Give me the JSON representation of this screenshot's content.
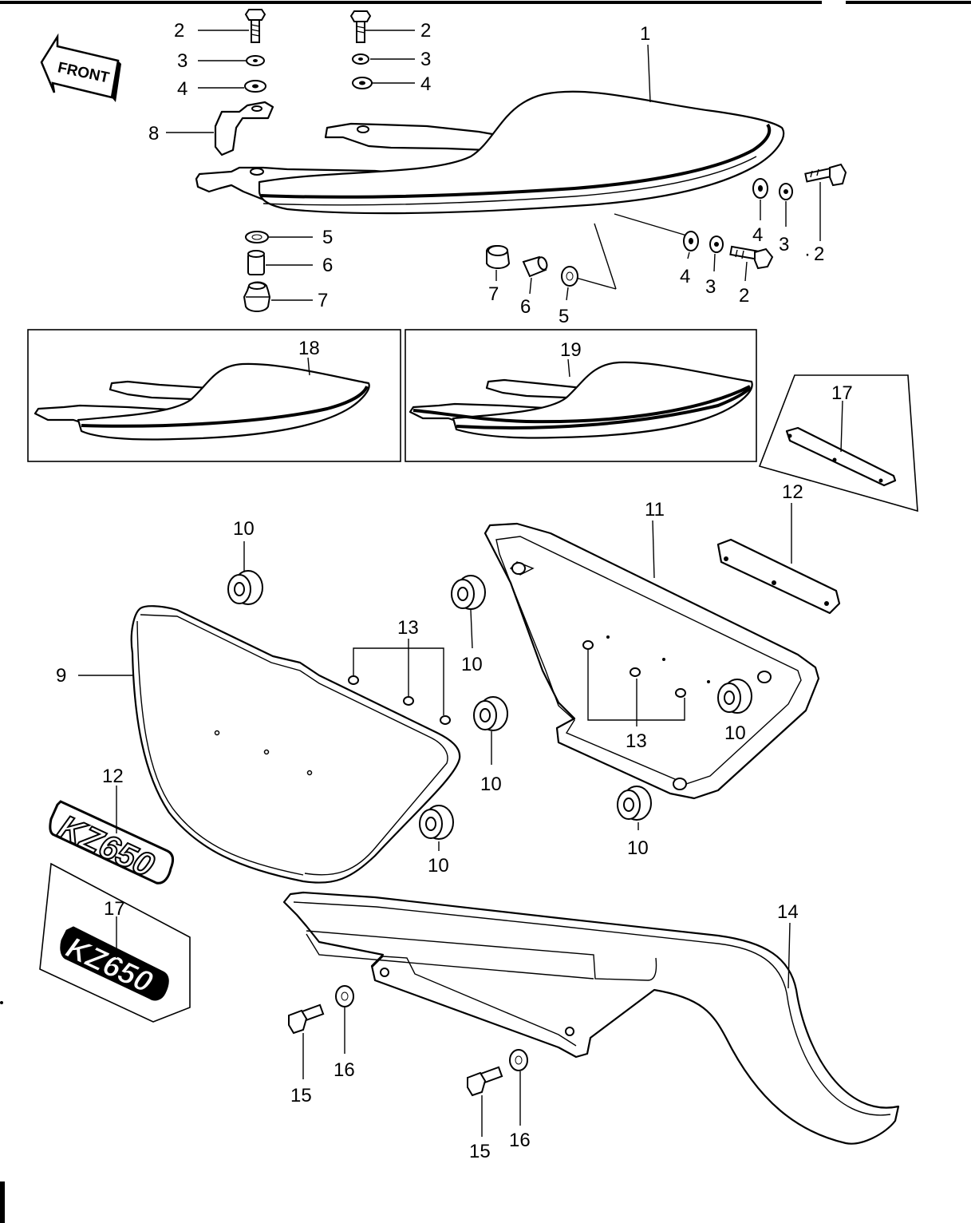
{
  "diagram": {
    "front_label": "FRONT",
    "emblem_text": "KZ650",
    "callouts": {
      "seat_1": "1",
      "bolt_2a": "2",
      "bolt_2b": "2",
      "bolt_2c": "2",
      "bolt_2d": "2",
      "washer_3a": "3",
      "washer_3b": "3",
      "washer_3c": "3",
      "washer_3d": "3",
      "washer_4a": "4",
      "washer_4b": "4",
      "washer_4c": "4",
      "washer_4d": "4",
      "washer_5a": "5",
      "washer_5b": "5",
      "collar_6a": "6",
      "collar_6b": "6",
      "grommet_7a": "7",
      "grommet_7b": "7",
      "bracket_8": "8",
      "side_cover_9": "9",
      "grommet_10a": "10",
      "grommet_10b": "10",
      "grommet_10c": "10",
      "grommet_10d": "10",
      "grommet_10e": "10",
      "side_cover_11": "11",
      "emblem_12a": "12",
      "emblem_12b": "12",
      "nut_13a": "13",
      "nut_13b": "13",
      "chain_cover_14": "14",
      "bolt_15a": "15",
      "bolt_15b": "15",
      "washer_16a": "16",
      "washer_16b": "16",
      "emblem_17a": "17",
      "emblem_17b": "17",
      "seat_18": "18",
      "seat_19": "19"
    }
  }
}
